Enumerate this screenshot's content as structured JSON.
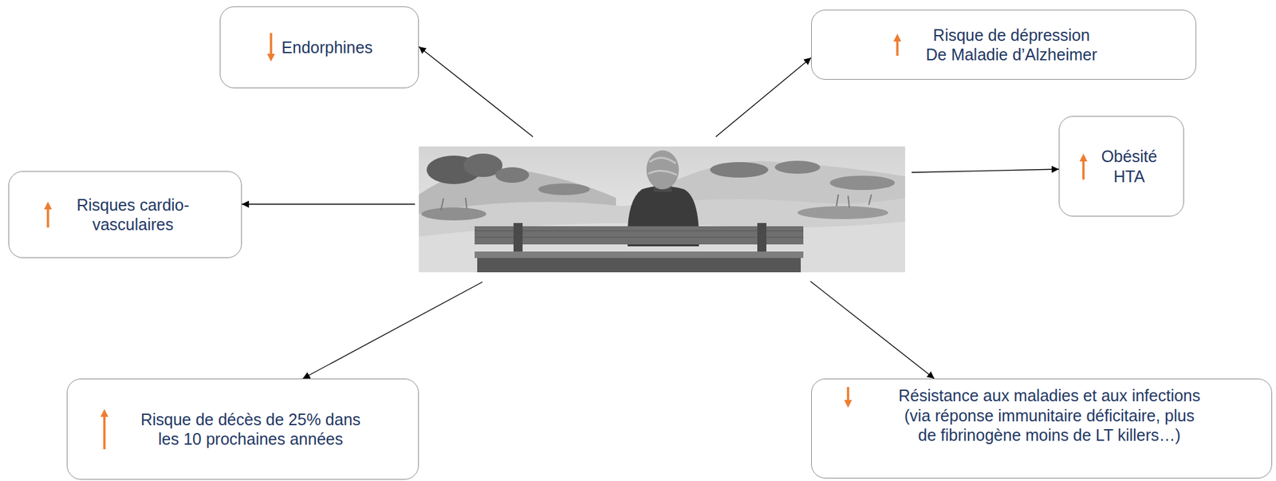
{
  "diagram": {
    "nodes": [
      {
        "text": [
          "Endorphines"
        ]
      },
      {
        "text": [
          "Risque de dépression De Maladie d’Alzheimer"
        ]
      },
      {
        "text": [
          "Risques cardio- vasculaires"
        ]
      },
      {
        "text": [
          "Obésité HTA"
        ]
      },
      {
        "text": [
          "Risque de décès de 25% dans les 10 prochaines années"
        ]
      },
      {
        "text": [
          "Résistance aux maladies et aux infections (via réponse immunitaire déficitaire, plus de fibrinogène moins de LT killers…)"
        ]
      }
    ]
  }
}
